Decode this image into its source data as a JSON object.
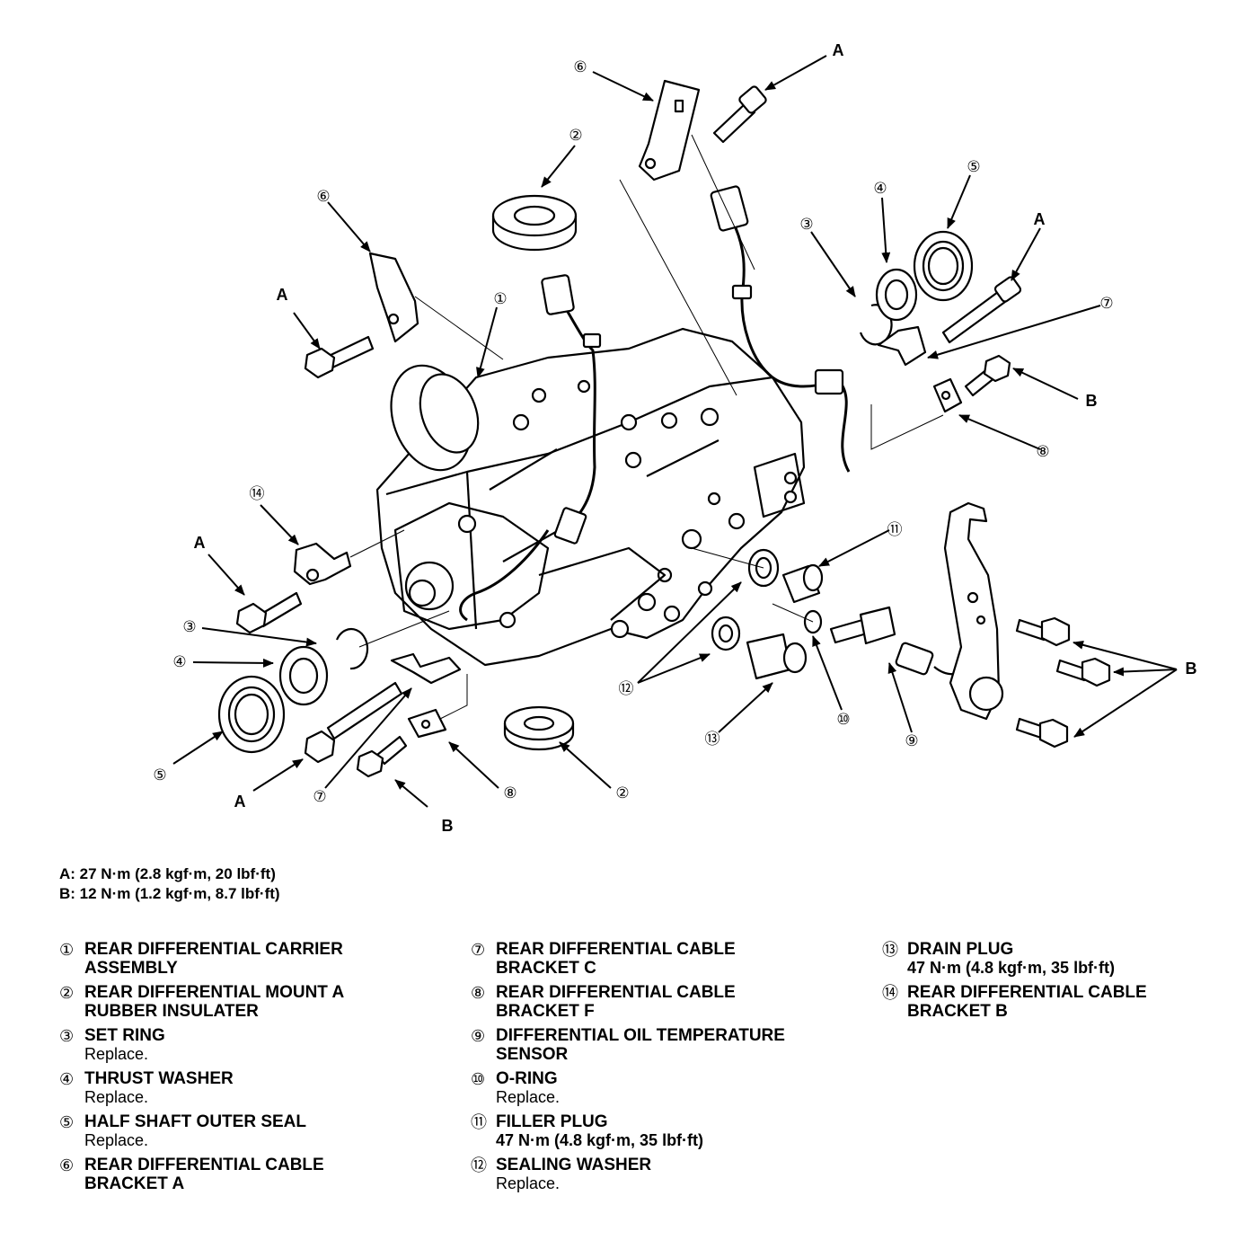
{
  "callouts": {
    "n1": "①",
    "n2": "②",
    "n3": "③",
    "n4": "④",
    "n5": "⑤",
    "n6": "⑥",
    "n7": "⑦",
    "n8": "⑧",
    "n9": "⑨",
    "n10": "⑩",
    "n11": "⑪",
    "n12": "⑫",
    "n13": "⑬",
    "n14": "⑭",
    "a": "A",
    "b": "B"
  },
  "torque": [
    "A: 27 N·m (2.8 kgf·m, 20 lbf·ft)",
    "B: 12 N·m (1.2 kgf·m, 8.7 lbf·ft)"
  ],
  "legend": [
    [
      {
        "num": "①",
        "name": "REAR DIFFERENTIAL CARRIER\nASSEMBLY",
        "note": ""
      },
      {
        "num": "②",
        "name": "REAR DIFFERENTIAL MOUNT A\nRUBBER INSULATER",
        "note": ""
      },
      {
        "num": "③",
        "name": "SET RING",
        "note": "Replace."
      },
      {
        "num": "④",
        "name": "THRUST WASHER",
        "note": "Replace."
      },
      {
        "num": "⑤",
        "name": "HALF SHAFT OUTER SEAL",
        "note": "Replace."
      },
      {
        "num": "⑥",
        "name": "REAR DIFFERENTIAL CABLE\nBRACKET A",
        "note": ""
      }
    ],
    [
      {
        "num": "⑦",
        "name": "REAR DIFFERENTIAL CABLE\nBRACKET C",
        "note": ""
      },
      {
        "num": "⑧",
        "name": "REAR DIFFERENTIAL CABLE\nBRACKET F",
        "note": ""
      },
      {
        "num": "⑨",
        "name": "DIFFERENTIAL OIL TEMPERATURE\nSENSOR",
        "note": ""
      },
      {
        "num": "⑩",
        "name": "O-RING",
        "note": "Replace."
      },
      {
        "num": "⑪",
        "name": "FILLER PLUG",
        "note": "47 N·m (4.8 kgf·m, 35 lbf·ft)"
      },
      {
        "num": "⑫",
        "name": "SEALING WASHER",
        "note": "Replace."
      }
    ],
    [
      {
        "num": "⑬",
        "name": "DRAIN PLUG",
        "note": "47 N·m (4.8 kgf·m, 35 lbf·ft)"
      },
      {
        "num": "⑭",
        "name": "REAR DIFFERENTIAL CABLE\nBRACKET B",
        "note": ""
      }
    ]
  ]
}
